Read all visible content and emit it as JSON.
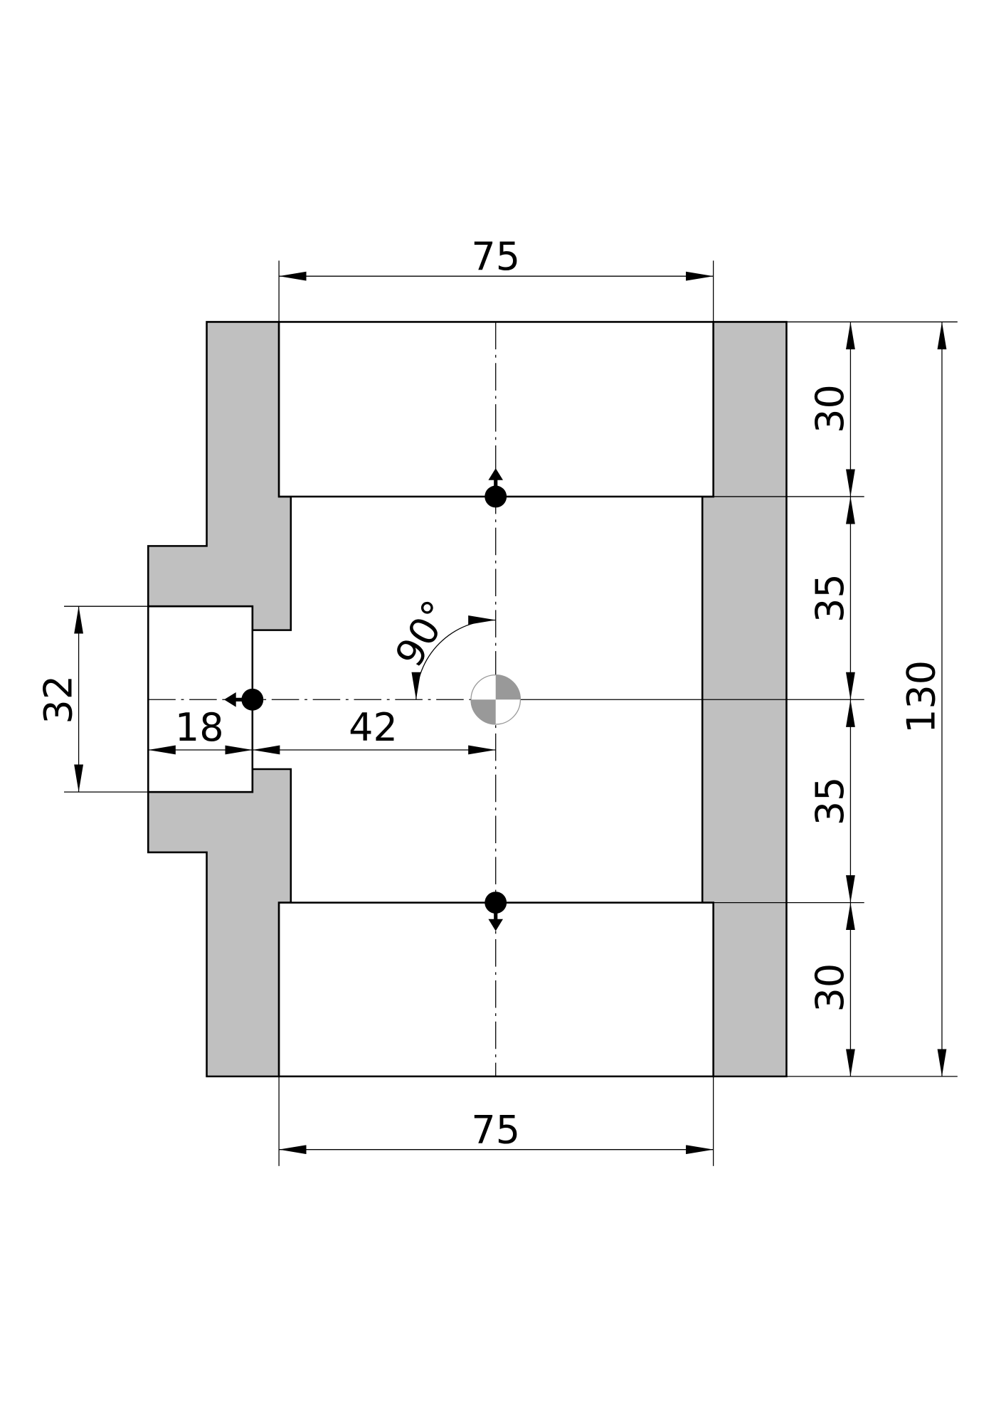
{
  "drawing": {
    "colors": {
      "section_fill": "#c0c0c0",
      "line": "#000000",
      "background": "#ffffff"
    },
    "dimensions": {
      "top_width": "75",
      "bottom_width": "75",
      "right_seg1": "30",
      "right_seg2": "35",
      "right_seg3": "35",
      "right_seg4": "30",
      "total_height": "130",
      "side_bore_height": "32",
      "side_bore_depth": "18",
      "side_offset": "42",
      "angle": "90°"
    }
  }
}
